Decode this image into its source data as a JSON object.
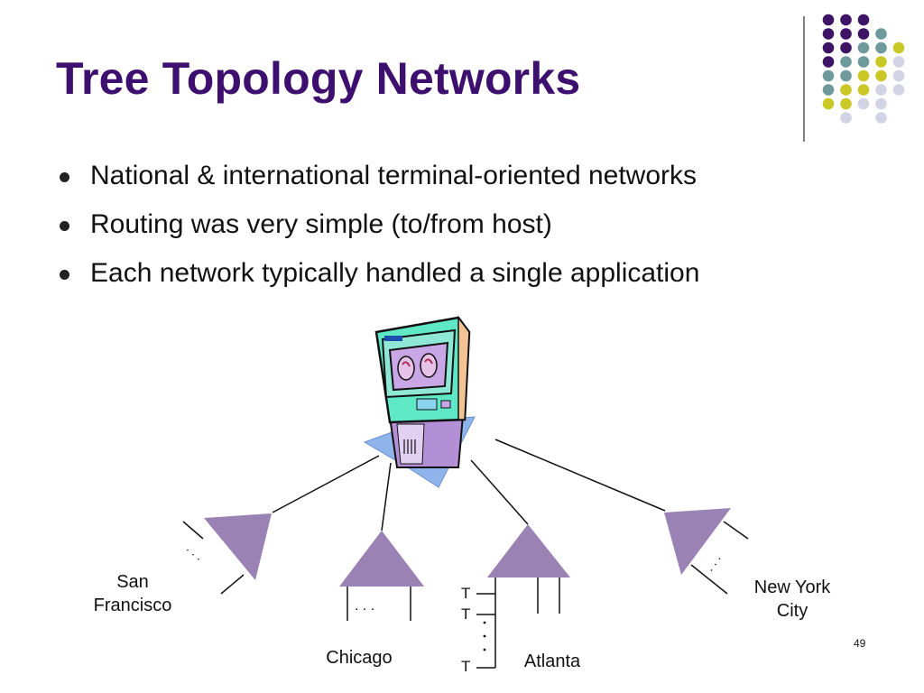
{
  "slide": {
    "title": "Tree Topology Networks",
    "bullets": [
      "National & international terminal-oriented networks",
      "Routing was very simple (to/from host)",
      "Each network typically handled a single application"
    ],
    "page_number": "49"
  },
  "diagram": {
    "nodes": {
      "san_francisco": "San Francisco",
      "chicago": "Chicago",
      "atlanta": "Atlanta",
      "new_york": "New York City"
    },
    "terminal_label": "T",
    "ellipsis": ". . ."
  },
  "colors": {
    "title": "#3d0f6e",
    "triangle": "#9b82b5",
    "deco_purple": "#3d1466",
    "deco_teal": "#6f9a9b",
    "deco_yellow": "#c9c826",
    "deco_lavender": "#d3d3e6"
  }
}
